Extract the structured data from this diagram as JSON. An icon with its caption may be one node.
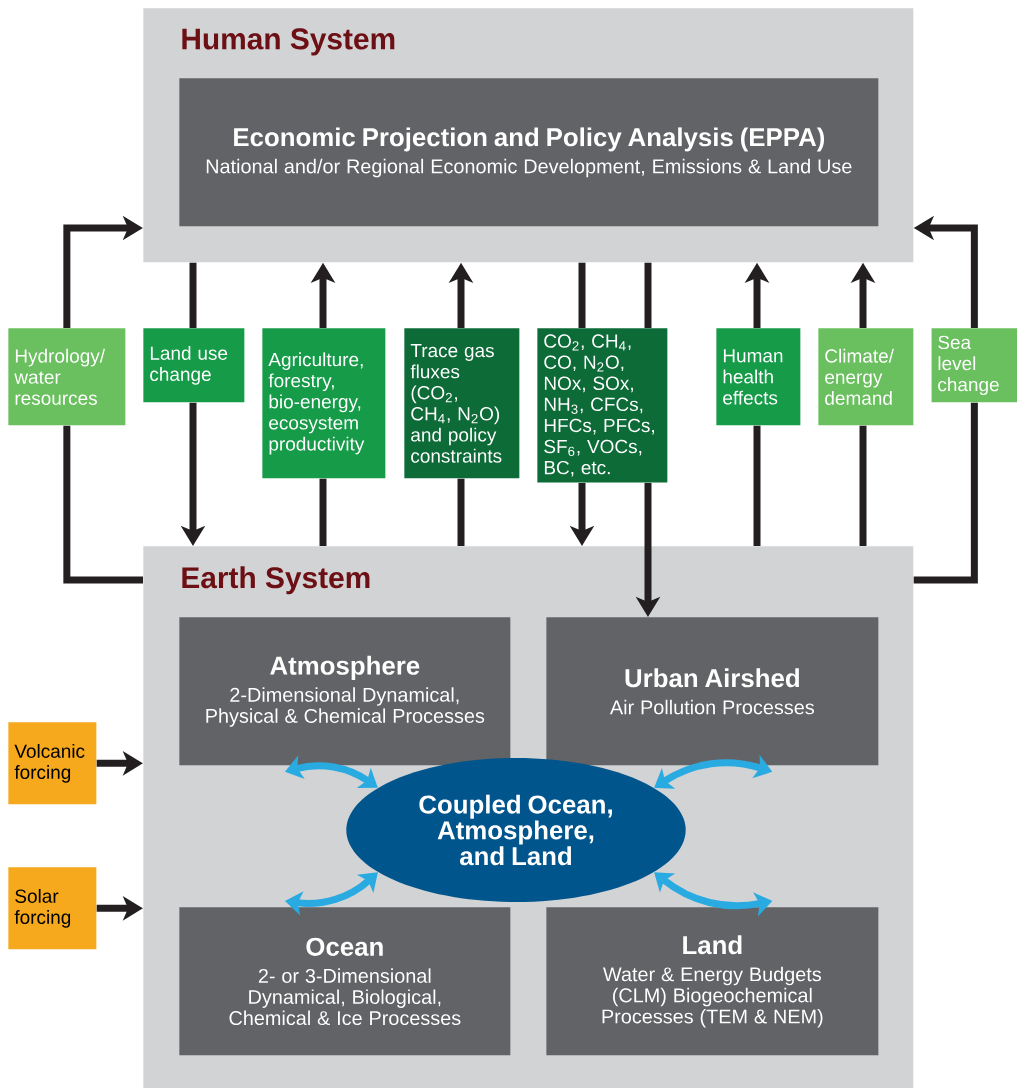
{
  "diagram": {
    "nodes": [
      {
        "text": [
          "Human System"
        ]
      },
      {
        "text": [
          "Economic Projection and Policy Analysis (EPPA)",
          "National and/or Regional Economic Development, Emissions & Land Use"
        ],
        "in": 0
      },
      {
        "text": [
          "Hydrology/ water resources"
        ]
      },
      {
        "text": [
          "Land use change"
        ]
      },
      {
        "text": [
          "Agriculture, forestry, bio-energy, ecosystem productivity"
        ]
      },
      {
        "text": [
          "Trace gas fluxes (CO$_{2}$, CH$_{4}$, N$_{2}$O) and policy constraints"
        ]
      },
      {
        "text": [
          "CO$_{2}$, CH$_{4}$, CO, N$_{2}$O, NOx, SOx, NH$_{3}$, CFCs, HFCs, PFCs, SF$_{6}$, VOCs, BC, etc."
        ]
      },
      {
        "text": [
          "Human health effects"
        ]
      },
      {
        "text": [
          "Climate/ energy demand"
        ]
      },
      {
        "text": [
          "Sea level change"
        ]
      },
      {
        "text": [
          "Earth System"
        ]
      },
      {
        "text": [
          "Atmosphere",
          "2-Dimensional Dynamical, Physical & Chemical Processes"
        ],
        "in": 10
      },
      {
        "text": [
          "Urban Airshed",
          "Air Pollution Processes"
        ],
        "in": 10
      },
      {
        "text": [
          "Coupled Ocean, Atmosphere, and Land"
        ],
        "in": 10
      },
      {
        "text": [
          "Ocean",
          "2- or 3-Dimensional Dynamical, Biological, Chemical & Ice Processes"
        ],
        "in": 10
      },
      {
        "text": [
          "Land",
          "Water & Energy Budgets (CLM) Biogeochemical Processes (TEM & NEM)"
        ],
        "in": 10
      },
      {
        "text": [
          "Volcanic forcing"
        ]
      },
      {
        "text": [
          "Solar forcing"
        ]
      }
    ],
    "edges": [
      {
        "from": 10,
        "to": 2,
        "arrow": "none"
      },
      {
        "from": 2,
        "to": 0,
        "arrow": "to"
      },
      {
        "from": 0,
        "to": 3,
        "arrow": "none"
      },
      {
        "from": 3,
        "to": 10,
        "arrow": "to"
      },
      {
        "from": 10,
        "to": 4,
        "arrow": "none"
      },
      {
        "from": 4,
        "to": 0,
        "arrow": "to"
      },
      {
        "from": 10,
        "to": 5,
        "arrow": "none"
      },
      {
        "from": 5,
        "to": 0,
        "arrow": "to"
      },
      {
        "from": 0,
        "to": 6,
        "arrow": "none"
      },
      {
        "from": 6,
        "to": 10,
        "arrow": "to"
      },
      {
        "from": 0,
        "to": 6,
        "arrow": "none"
      },
      {
        "from": 6,
        "to": 12,
        "arrow": "to"
      },
      {
        "from": 10,
        "to": 7,
        "arrow": "none"
      },
      {
        "from": 7,
        "to": 0,
        "arrow": "to"
      },
      {
        "from": 10,
        "to": 8,
        "arrow": "none"
      },
      {
        "from": 8,
        "to": 0,
        "arrow": "to"
      },
      {
        "from": 10,
        "to": 9,
        "arrow": "none"
      },
      {
        "from": 9,
        "to": 0,
        "arrow": "to"
      },
      {
        "from": 16,
        "to": 10,
        "arrow": "to"
      },
      {
        "from": 17,
        "to": 10,
        "arrow": "to"
      },
      {
        "from": 11,
        "to": 13,
        "arrow": "both",
        "color": "#29abe2"
      },
      {
        "from": 12,
        "to": 13,
        "arrow": "both",
        "color": "#29abe2"
      },
      {
        "from": 14,
        "to": 13,
        "arrow": "both",
        "color": "#29abe2"
      },
      {
        "from": 15,
        "to": 13,
        "arrow": "both",
        "color": "#29abe2"
      }
    ]
  }
}
